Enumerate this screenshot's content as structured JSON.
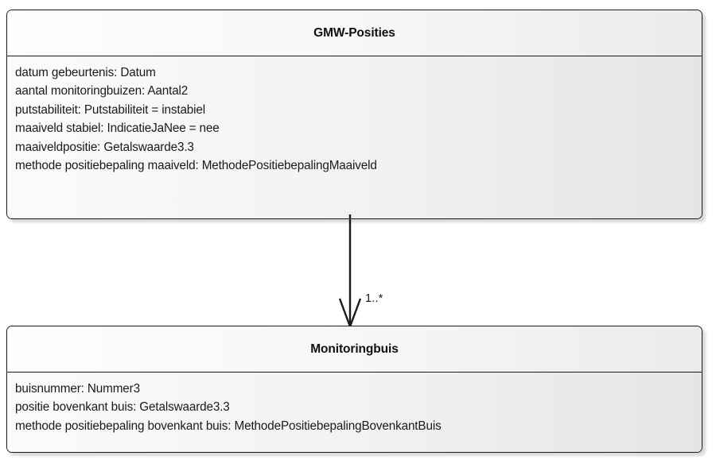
{
  "diagram": {
    "type": "uml-class-diagram",
    "classes": [
      {
        "id": "gmw-posities",
        "name": "GMW-Posities",
        "attributes": [
          "datum gebeurtenis: Datum",
          "aantal monitoringbuizen: Aantal2",
          "putstabiliteit: Putstabiliteit = instabiel",
          "maaiveld stabiel: IndicatieJaNee = nee",
          "maaiveldpositie: Getalswaarde3.3",
          "methode positiebepaling maaiveld: MethodePositiebepalingMaaiveld"
        ]
      },
      {
        "id": "monitoringbuis",
        "name": "Monitoringbuis",
        "attributes": [
          "buisnummer: Nummer3",
          "positie bovenkant buis: Getalswaarde3.3",
          "methode positiebepaling bovenkant buis: MethodePositiebepalingBovenkantBuis"
        ]
      }
    ],
    "relationships": [
      {
        "id": "gmw-posities-to-monitoringbuis",
        "from": "GMW-Posities",
        "to": "Monitoringbuis",
        "style": "open-arrow",
        "multiplicity_target": "1..*"
      }
    ],
    "colors": {
      "border": "#1a1a1a",
      "fill_light": "#fdfdfd",
      "fill_dark": "#e6e6e8",
      "text": "#1a1a1a",
      "shadow": "#787d8c"
    }
  }
}
